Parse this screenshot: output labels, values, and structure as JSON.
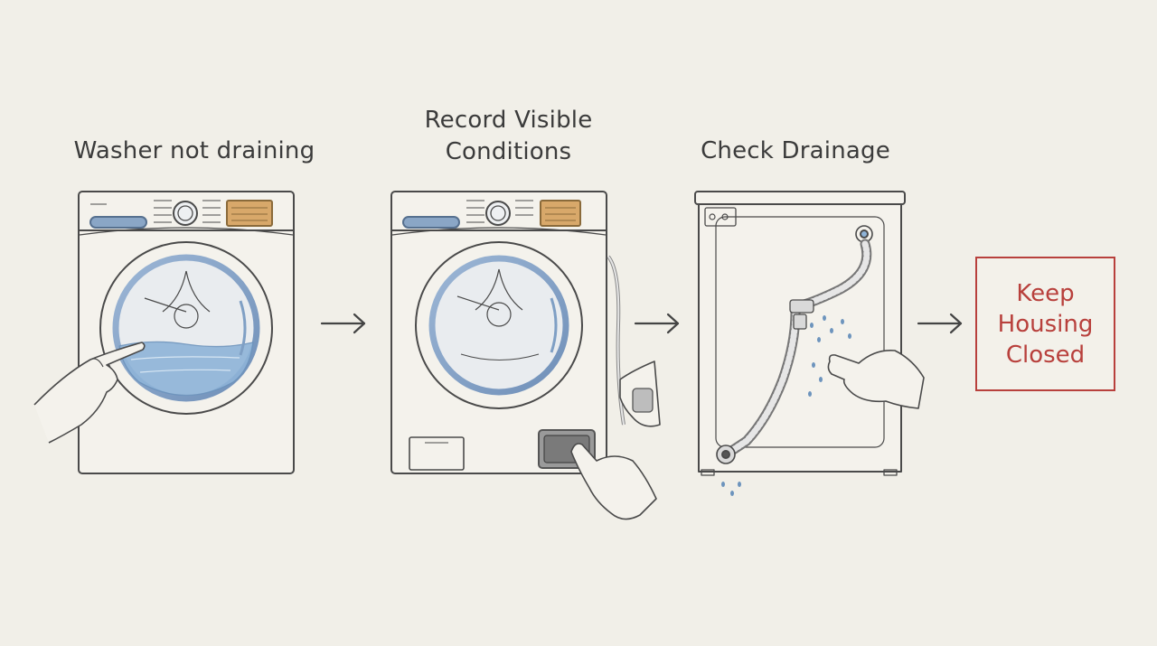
{
  "steps": [
    {
      "title": "Washer not draining",
      "illustration": "washer-front-water-icon"
    },
    {
      "title_line1": "Record Visible",
      "title_line2": "Conditions",
      "illustration": "washer-filter-hatch-icon"
    },
    {
      "title": "Check Drainage",
      "illustration": "washer-back-hose-icon"
    }
  ],
  "final_box": {
    "line1": "Keep",
    "line2": "Housing",
    "line3": "Closed"
  },
  "arrows": [
    "arrow-right-icon",
    "arrow-right-icon",
    "arrow-right-icon"
  ],
  "colors": {
    "background": "#f1efe8",
    "line": "#4a4a4a",
    "water": "#8fb4d8",
    "door_ring": "#7f9fc4",
    "display": "#d8a86a",
    "warning": "#b8403c"
  }
}
